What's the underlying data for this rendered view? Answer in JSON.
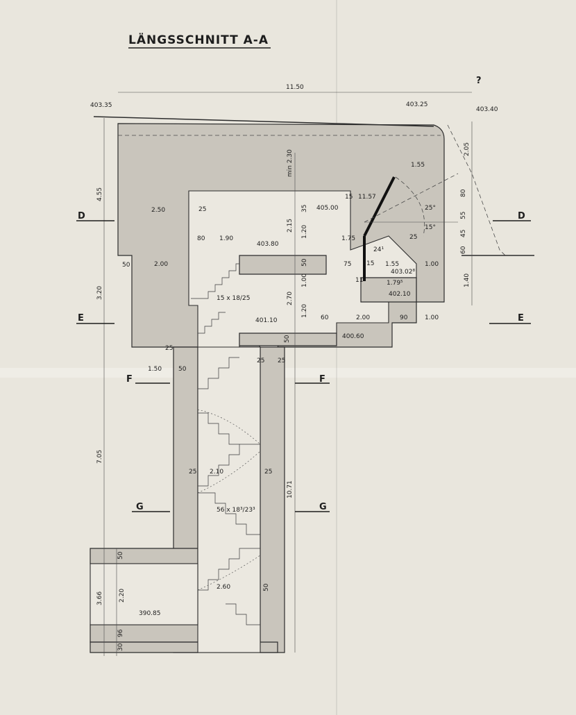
{
  "drawing": {
    "title": "LÄNGSSCHNITT A-A",
    "sheet_mark": "?"
  },
  "section_marks": {
    "D_left": "D",
    "D_right": "D",
    "E_left": "E",
    "E_right": "E",
    "F_left": "F",
    "F_right": "F",
    "G_left": "G",
    "G_right": "G"
  },
  "levels": {
    "top_left": "403.35",
    "top_mid": "403.25",
    "top_right": "403.40",
    "l405": "405.00",
    "l403_80": "403.80",
    "l403_02": "403.02⁸",
    "l402_10": "402.10",
    "l401_10": "401.10",
    "l400_60": "400.60",
    "l390_85": "390.85"
  },
  "dimensions": {
    "overall_width": "11.50",
    "h4_55": "4.55",
    "h3_20": "3.20",
    "h7_05": "7.05",
    "h3_66": "3.66",
    "h2_20": "2.20",
    "h10_71": "10.71",
    "h2_05": "2.05",
    "h1_40": "1.40",
    "min2_30": "min 2.30",
    "h2_15": "2.15",
    "h2_70": "2.70",
    "w2_50": "2.50",
    "w2_00": "2.00",
    "w1_90": "1.90",
    "w1_50": "1.50",
    "w1_55a": "1.55",
    "w1_55b": "1.55",
    "w1_79": "1.79⁵",
    "w1_75": "1.75",
    "w2_00b": "2.00",
    "w1_00a": "1.00",
    "w1_00b": "1.00",
    "w2_10": "2.10",
    "w2_60": "2.60",
    "v25a": "25",
    "v25b": "25",
    "v25c": "25",
    "v25d": "25",
    "v25e": "25",
    "v25f": "25",
    "v25g": "25",
    "v50a": "50",
    "v50b": "50",
    "v50c": "50",
    "v50d": "50",
    "v50e": "50",
    "v50f": "50",
    "v80a": "80",
    "v80b": "80",
    "v35": "35",
    "v1_20a": "1.20",
    "v1_20b": "1.20",
    "v1_00": "1.00",
    "v75": "75",
    "v60": "60",
    "v90": "90",
    "v55": "55",
    "v45": "45",
    "v60b": "60",
    "v15": "15",
    "v11_57": "11.57",
    "v96": "96",
    "v30": "30",
    "v241": "24¹",
    "v15b": "15",
    "v11": "11",
    "ang25": "25°",
    "ang15": "15°"
  },
  "stair_notes": {
    "upper": "15 x 18/25",
    "lower": "56 x 18³/23³"
  }
}
